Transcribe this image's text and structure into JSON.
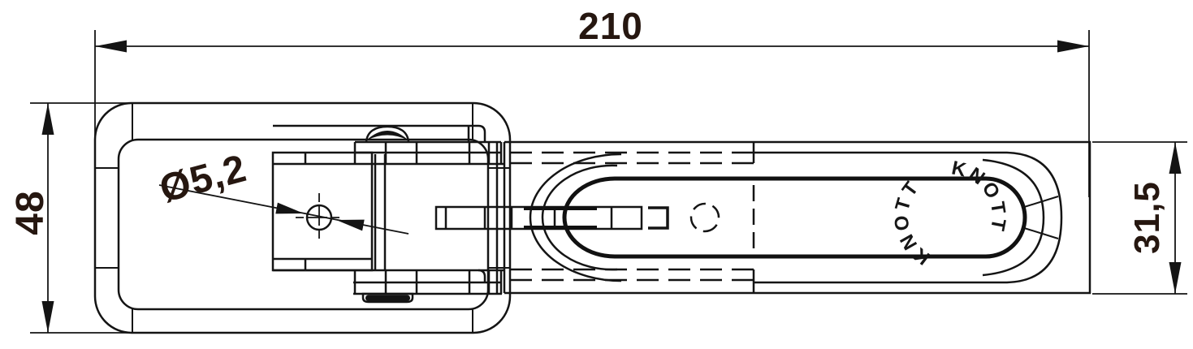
{
  "drawing": {
    "dimensions": {
      "overall_length": "210",
      "overall_height": "48",
      "strap_height": "31,5",
      "hole_diameter": "Ø5,2"
    },
    "brand_stamp": "KNOTT",
    "brand_stamp_repeat": 2,
    "colors": {
      "line": "#141414",
      "annotation_text": "#261710",
      "background": "#ffffff"
    }
  }
}
